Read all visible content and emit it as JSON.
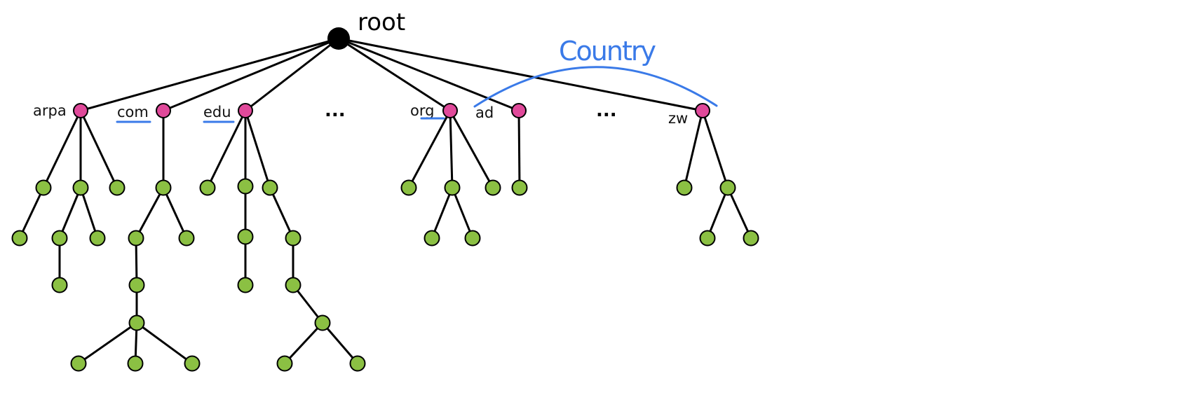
{
  "diagram": {
    "title": "DNS name space tree",
    "root": {
      "id": "root",
      "label": "root"
    },
    "top_level_domains": [
      {
        "id": "arpa",
        "label": "arpa",
        "underlined": false
      },
      {
        "id": "com",
        "label": "com",
        "underlined": true
      },
      {
        "id": "edu",
        "label": "edu",
        "underlined": true
      },
      {
        "id": "ellipsis1",
        "label": "...",
        "ellipsis": true
      },
      {
        "id": "org",
        "label": "org",
        "underlined": true
      },
      {
        "id": "ad",
        "label": "ad",
        "underlined": false
      },
      {
        "id": "ellipsis2",
        "label": "...",
        "ellipsis": true
      },
      {
        "id": "zw",
        "label": "zw",
        "underlined": false
      }
    ],
    "annotation": {
      "label": "Country",
      "spans": [
        "ad",
        "zw"
      ]
    },
    "colors": {
      "root": "#000000",
      "top_level": "#e0499a",
      "lower_level": "#8bc043",
      "annotation": "#3a7ae8",
      "edge": "#000000"
    },
    "subtrees": {
      "arpa": [
        {
          "children": [
            {}
          ]
        },
        {
          "children": [
            {
              "children": [
                {}
              ]
            },
            {}
          ]
        },
        {}
      ],
      "com": [
        {
          "children": [
            {
              "children": [
                {
                  "children": [
                    {},
                    {},
                    {}
                  ]
                }
              ]
            }
          ],
          "extra": [
            {}
          ]
        }
      ],
      "edu": [
        {},
        {
          "children": [
            {
              "children": [
                {}
              ]
            }
          ]
        },
        {
          "children": [
            {
              "children": [
                {
                  "children": [
                    {},
                    {}
                  ]
                }
              ]
            }
          ]
        }
      ],
      "org": [
        {},
        {
          "children": [
            {},
            {}
          ]
        },
        {}
      ],
      "ad": [
        {}
      ],
      "zw": [
        {},
        {
          "children": [
            {},
            {}
          ]
        }
      ]
    }
  }
}
